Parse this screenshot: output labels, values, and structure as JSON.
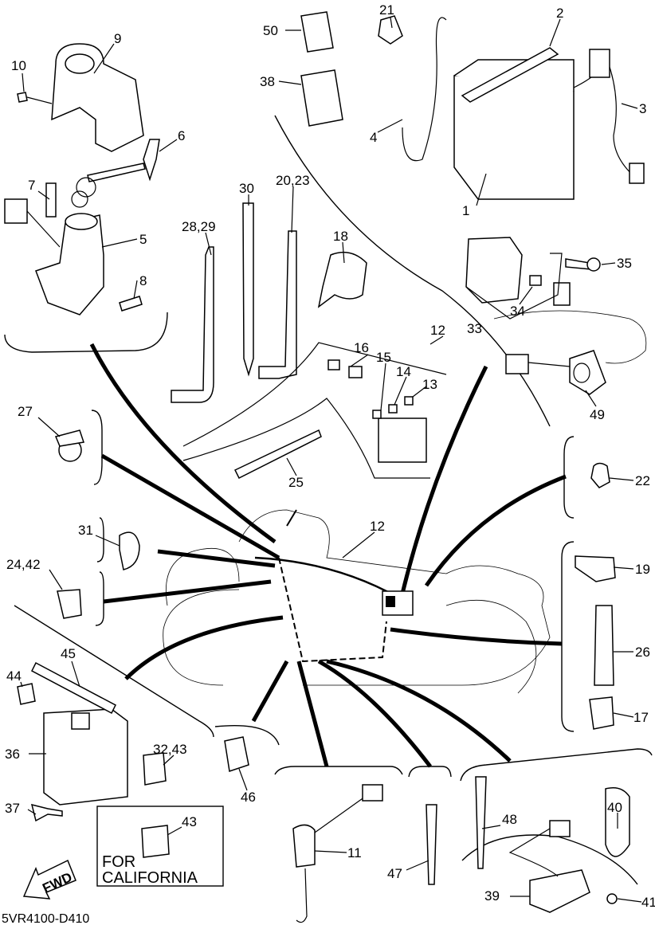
{
  "diagram": {
    "drawing_code": "5VR4100-D410",
    "fwd_label": "FWD",
    "california_note": [
      "FOR",
      "CALIFORNIA"
    ],
    "callouts": [
      "50",
      "21",
      "2",
      "38",
      "3",
      "4",
      "1",
      "10",
      "9",
      "6",
      "7",
      "5",
      "8",
      "30",
      "20,23",
      "28,29",
      "18",
      "35",
      "34",
      "33",
      "12",
      "16",
      "15",
      "14",
      "13",
      "49",
      "27",
      "25",
      "22",
      "31",
      "12",
      "24,42",
      "19",
      "26",
      "45",
      "44",
      "36",
      "32,43",
      "17",
      "46",
      "40",
      "48",
      "37",
      "43",
      "11",
      "47",
      "39",
      "41"
    ]
  }
}
